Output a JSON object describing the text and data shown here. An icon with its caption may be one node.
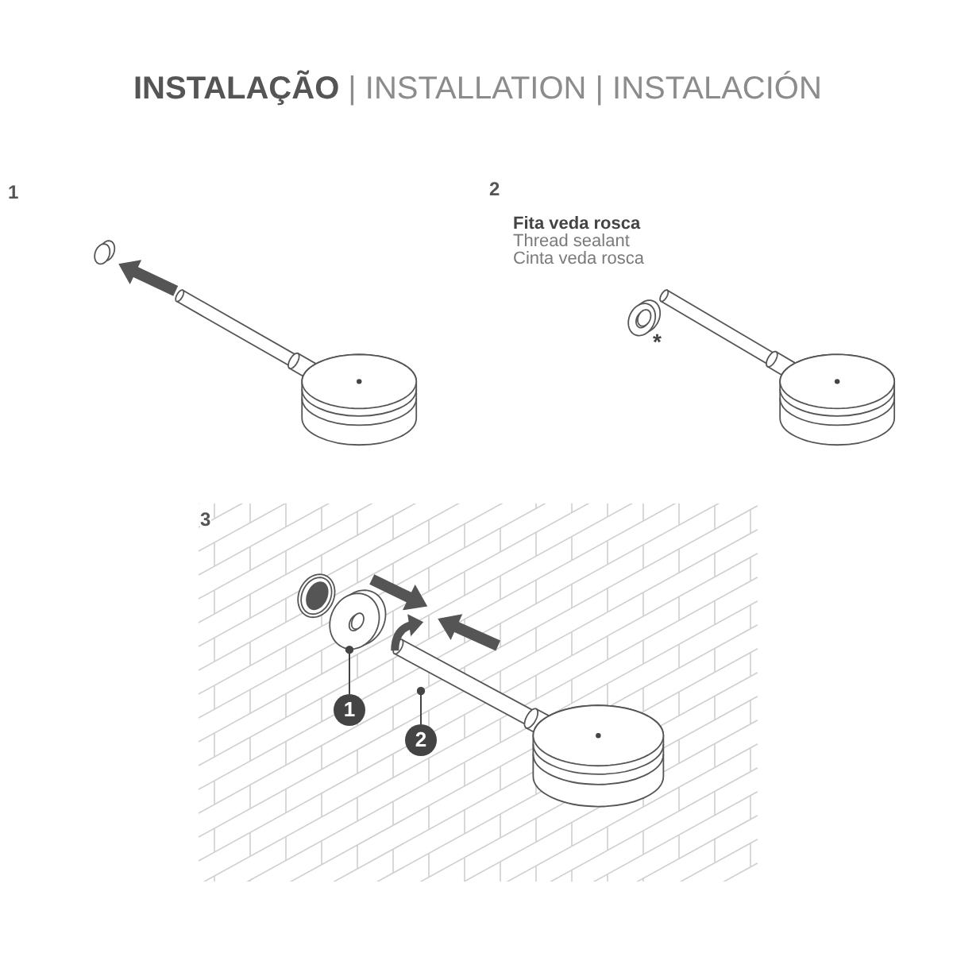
{
  "diagram": {
    "title": "**INSTALAÇÃO** | INSTALLATION | INSTALACIÓN",
    "nodes": [
      {
        "text": [],
        "shape": "picture"
      },
      {
        "text": [
          "1"
        ]
      },
      {
        "text": [
          "2"
        ]
      }
    ],
    "edges": [
      {
        "from": 1,
        "to": 0,
        "arrow": "other"
      },
      {
        "from": 2,
        "to": null,
        "arrow": "other"
      }
    ],
    "labels": [
      "1",
      "2",
      "Fita veda rosca",
      "Thread sealant",
      "Cinta veda rosca",
      "*",
      "3"
    ]
  }
}
